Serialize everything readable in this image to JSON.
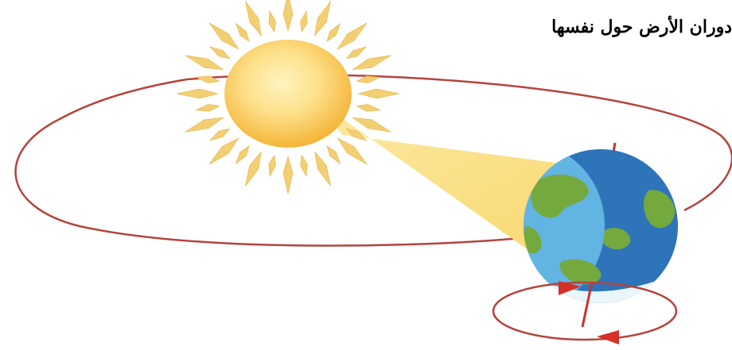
{
  "title": "دوران الأرض حول نفسها",
  "objects": {
    "sun": "sun-icon",
    "earth": "earth-icon",
    "orbit": "orbit-path",
    "axis": "rotation-axis",
    "rotation": "rotation-arrows"
  },
  "colors": {
    "orbit": "#b4443c",
    "axis": "#c8322a",
    "arrow": "#d62f25",
    "sun_core": "#fde79a",
    "sun_edge": "#f3ae2a",
    "sun_ray": "#f2cf72",
    "light_beam": "#fbe28a",
    "ocean_dark": "#2e74b9",
    "ocean_light": "#62b4e3",
    "land": "#74a93e",
    "ice": "#eaf6fb"
  }
}
